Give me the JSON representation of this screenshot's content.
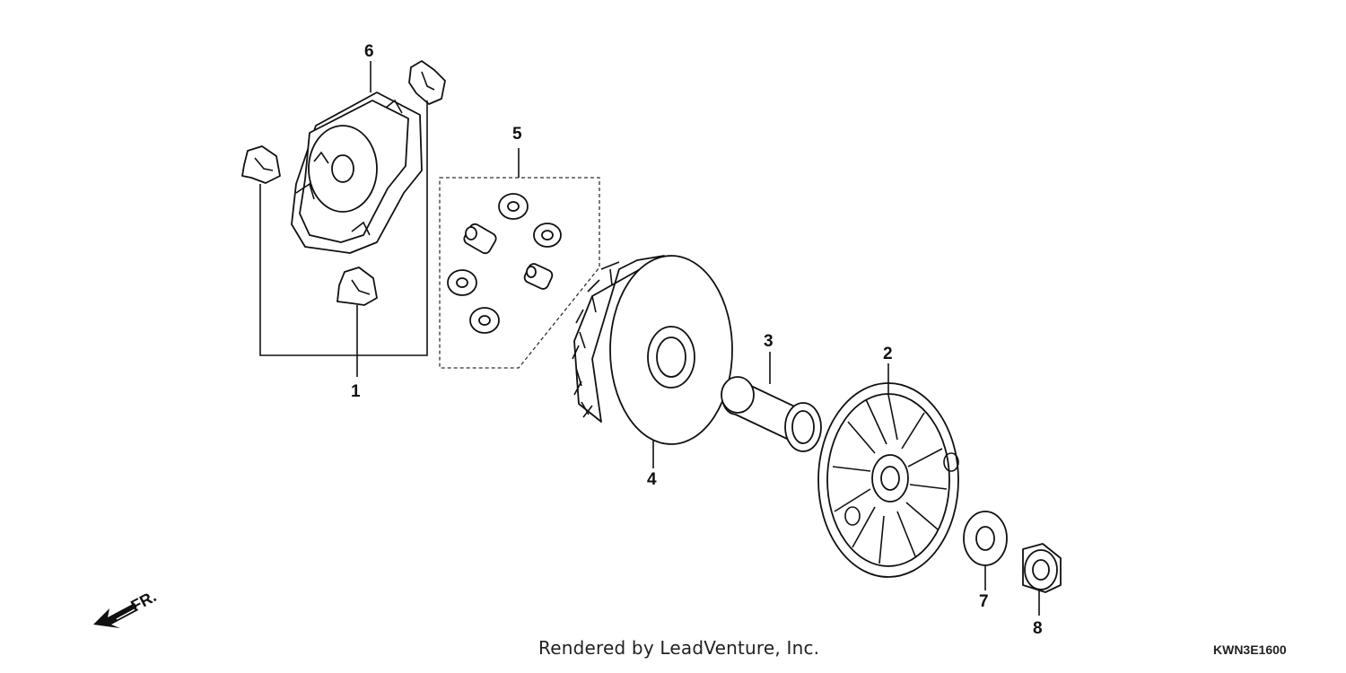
{
  "callouts": {
    "c1": "1",
    "c2": "2",
    "c3": "3",
    "c4": "4",
    "c5": "5",
    "c6": "6",
    "c7": "7",
    "c8": "8"
  },
  "direction_label": "FR.",
  "credit": "Rendered by LeadVenture, Inc.",
  "diagram_code": "KWN3E1600"
}
